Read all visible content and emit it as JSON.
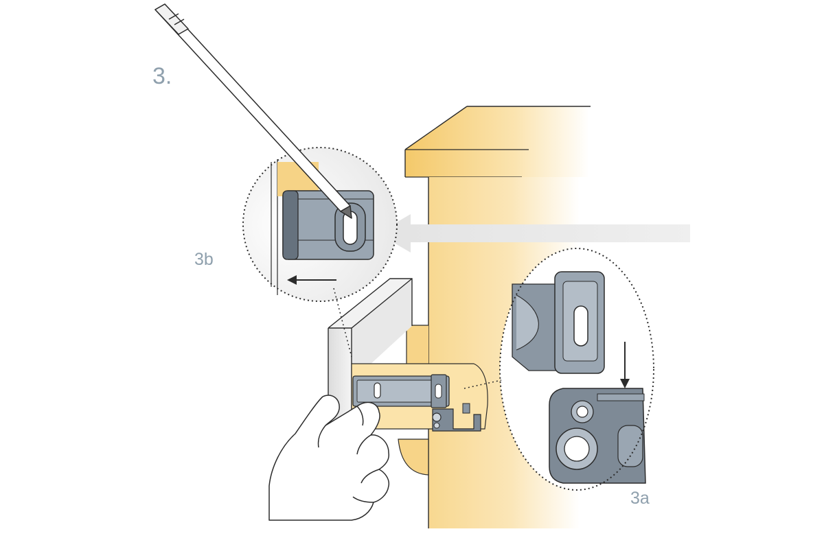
{
  "step": {
    "number": "3."
  },
  "callouts": {
    "detail_b": "3b",
    "detail_a": "3a"
  },
  "colors": {
    "cabinet_wood": "#f6cf78",
    "cabinet_light": "#fdf1d8",
    "clip_grey": "#9aa6b2",
    "clip_dark": "#66727e",
    "outline": "#2b2b2b",
    "arrow_light": "#e6e6e6",
    "label_grey": "#8fa0ad"
  },
  "icons": {
    "pencil": "pencil-icon",
    "hand": "hand-icon",
    "arrow_left": "arrow-left-icon",
    "arrow_down": "arrow-down-icon"
  }
}
